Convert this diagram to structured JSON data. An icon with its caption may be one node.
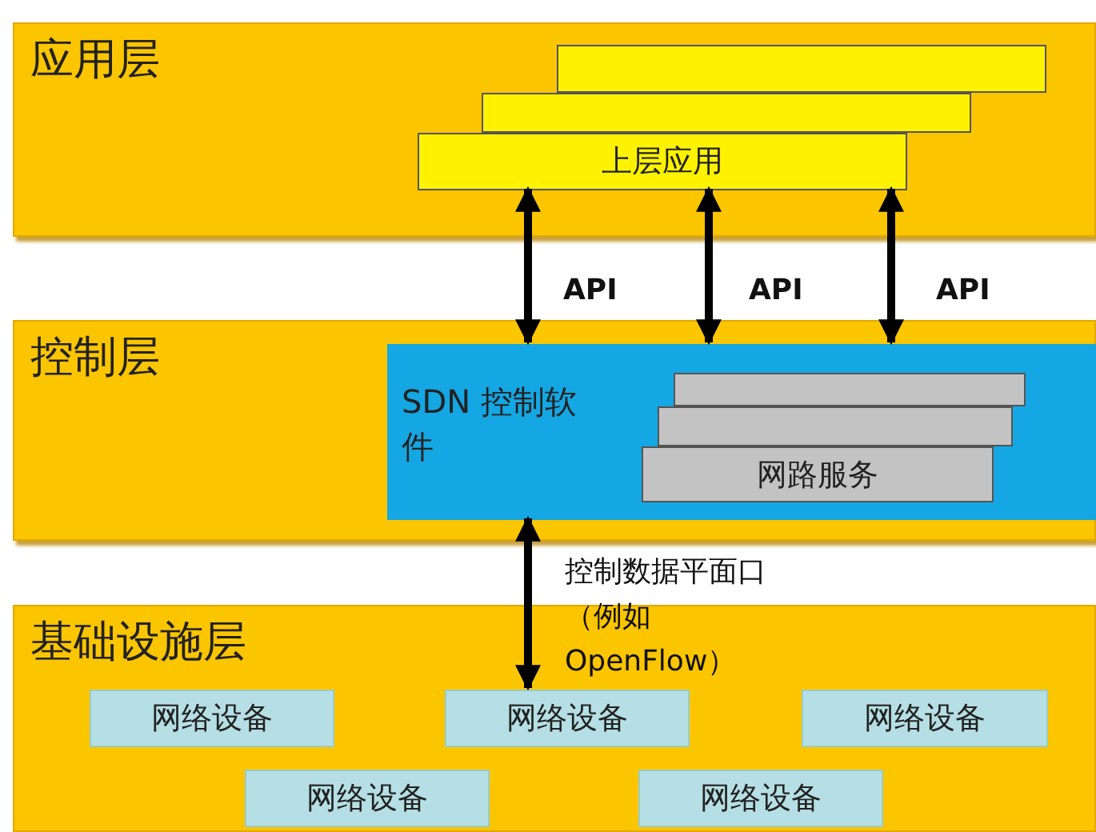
{
  "diagram": {
    "nodes": [
      {
        "text": [
          "应用层"
        ]
      },
      {
        "text": [],
        "shape": "box",
        "in": 0
      },
      {
        "text": [],
        "shape": "box",
        "in": 0
      },
      {
        "text": [
          "上层应用"
        ],
        "in": 0
      },
      {
        "text": [
          "控制层"
        ]
      },
      {
        "text": [
          "SDN 控制软件"
        ],
        "in": 4
      },
      {
        "text": [],
        "shape": "box",
        "in": 5
      },
      {
        "text": [],
        "shape": "box",
        "in": 5
      },
      {
        "text": [
          "网路服务"
        ],
        "in": 5
      },
      {
        "text": [
          "基础设施层"
        ]
      },
      {
        "text": [
          "网络设备"
        ],
        "in": 9
      },
      {
        "text": [
          "网络设备"
        ],
        "in": 9
      },
      {
        "text": [
          "网络设备"
        ],
        "in": 9
      },
      {
        "text": [
          "网络设备"
        ],
        "in": 9
      },
      {
        "text": [
          "网络设备"
        ],
        "in": 9
      }
    ],
    "edges": [
      {
        "from": 3,
        "to": 5,
        "arrow": "both",
        "label": "API"
      },
      {
        "from": 3,
        "to": 5,
        "arrow": "both",
        "label": "API"
      },
      {
        "from": 3,
        "to": 5,
        "arrow": "both",
        "label": "API"
      },
      {
        "from": 5,
        "to": 11,
        "arrow": "both",
        "label": "控制数据平面口（例如OpenFlow）"
      }
    ]
  }
}
